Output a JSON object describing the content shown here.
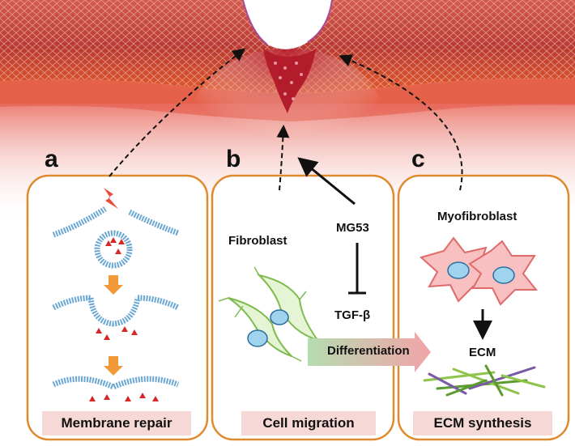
{
  "panels": {
    "a": {
      "letter": "a",
      "caption": "Membrane repair"
    },
    "b": {
      "letter": "b",
      "caption": "Cell migration",
      "cell_label": "Fibroblast",
      "factor": "MG53",
      "inhibited": "TGF-β"
    },
    "c": {
      "letter": "c",
      "caption": "ECM synthesis",
      "cell_label": "Myofibroblast",
      "product": "ECM"
    }
  },
  "process_arrow": "Differentiation",
  "colors": {
    "panel_border": "#e08a2e",
    "caption_bg": "#f6d9d6",
    "tissue": "#c8322c",
    "membrane": "#7ab3d8",
    "fibroblast": "#9ccc66",
    "myofibroblast": "#f08080",
    "nucleus": "#9fd3ee",
    "step_arrow": "#f29a3a"
  }
}
